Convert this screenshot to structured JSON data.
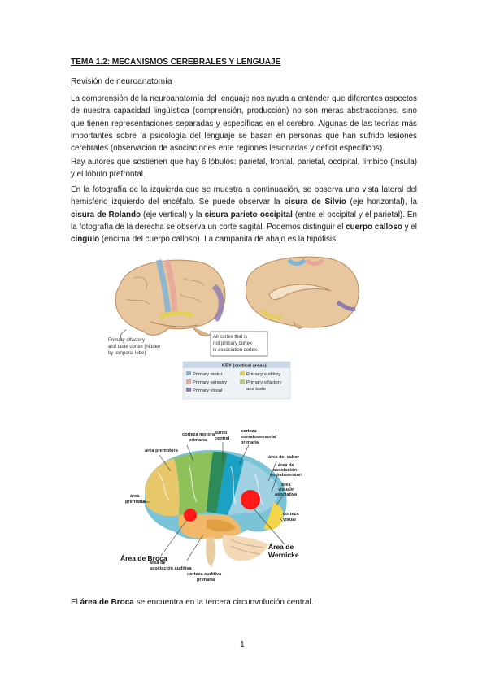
{
  "header": {
    "title_prefix": "TEMA 1.2",
    "title_rest": ": MECANISMOS CEREBRALES Y LENGUAJE",
    "section": "Revisión de neuroanatomía"
  },
  "paragraphs": {
    "p1": "La comprensión de la neuroanatomía del lenguaje nos ayuda a entender que diferentes aspectos de nuestra capacidad lingüística (comprensión, producción) no son meras abstracciones, sino que tienen representaciones separadas y específicas en el cerebro. Algunas de las teorías más importantes sobre la psicología del lenguaje se basan en personas que han sufrido lesiones cerebrales (observación de asociaciones ente regiones lesionadas y déficit específicos).",
    "p2": "Hay autores que sostienen que hay 6 lóbulos: parietal, frontal, parietal, occipital, límbico (ínsula) y el lóbulo prefrontal.",
    "p3": {
      "t1": "En la fotografía de la izquierda que se muestra a continuación, se observa una vista lateral del hemisferio izquierdo del encéfalo. Se puede observar la ",
      "b1": "cisura de Silvio",
      "t2": " (eje horizontal), la ",
      "b2": "cisura de Rolando",
      "t3": " (eje vertical) y la ",
      "b3": "cisura parieto-occipital",
      "t4": " (entre el occipital y el parietal). En la fotografía de la derecha se observa un corte sagital. Podemos distinguir el ",
      "b4": "cuerpo calloso",
      "t5": " y el ",
      "b5": "cíngulo",
      "t6": " (encima del cuerpo calloso). La campanita de abajo es la hipófisis."
    },
    "p4": {
      "t1": "El ",
      "b1": "área de Broca",
      "t2": " se encuentra en la tercera circunvolución central."
    }
  },
  "figure_top": {
    "callout_left": [
      "Primary olfactory",
      "and taste cortex (hidden",
      "by temporal lobe)"
    ],
    "callout_box": [
      "All cortex that is",
      "not primary cortex",
      "is association cortex."
    ],
    "key_title": "KEY (cortical areas)",
    "key_items": [
      {
        "label": "Primary motor",
        "color": "#7fb3d5"
      },
      {
        "label": "Primary sensory",
        "color": "#e8a59a"
      },
      {
        "label": "Primary visual",
        "color": "#8b7bb0"
      },
      {
        "label": "Primary auditory",
        "color": "#e3cf52"
      },
      {
        "label": "Primary olfactory",
        "color": "#b5cf6e"
      },
      {
        "label": "and taste",
        "color": ""
      }
    ]
  },
  "figure_bottom": {
    "labels": {
      "motora": [
        "corteza motora",
        "primaria"
      ],
      "surco": [
        "surco",
        "central"
      ],
      "somato": [
        "corteza",
        "somatosensorial",
        "primaria"
      ],
      "premotora": "área premotora",
      "sabor": "área del sabor",
      "asoc_somato": [
        "área de",
        "asociación",
        "somatosensorial"
      ],
      "visual_asoc": [
        "área",
        "visuale",
        "asociativa"
      ],
      "prefrontal": [
        "área",
        "prefrontal"
      ],
      "visual": [
        "corteza",
        "visual"
      ],
      "broca": "Área de Broca",
      "wernicke": [
        "Área de",
        "Wernicke"
      ],
      "asoc_auditiva": [
        "área de",
        "asociación auditiva"
      ],
      "auditiva": [
        "corteza auditiva",
        "primaria"
      ]
    }
  },
  "footer": {
    "page_number": "1"
  }
}
